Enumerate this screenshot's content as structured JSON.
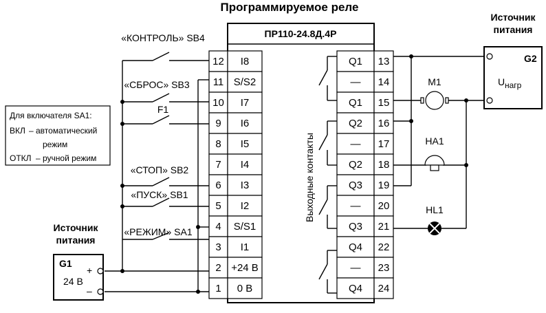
{
  "title": "Программируемое реле",
  "device_model": "ПР110-24.8Д.4Р",
  "inputs": [
    {
      "pin": "12",
      "name": "I8"
    },
    {
      "pin": "11",
      "name": "S/S2"
    },
    {
      "pin": "10",
      "name": "I7"
    },
    {
      "pin": "9",
      "name": "I6"
    },
    {
      "pin": "8",
      "name": "I5"
    },
    {
      "pin": "7",
      "name": "I4"
    },
    {
      "pin": "6",
      "name": "I3"
    },
    {
      "pin": "5",
      "name": "I2"
    },
    {
      "pin": "4",
      "name": "S/S1"
    },
    {
      "pin": "3",
      "name": "I1"
    },
    {
      "pin": "2",
      "name": "+24 В"
    },
    {
      "pin": "1",
      "name": "0 В"
    }
  ],
  "outputs": [
    {
      "name": "Q1",
      "pin": "13"
    },
    {
      "name": "—",
      "pin": "14"
    },
    {
      "name": "Q1",
      "pin": "15"
    },
    {
      "name": "Q2",
      "pin": "16"
    },
    {
      "name": "—",
      "pin": "17"
    },
    {
      "name": "Q2",
      "pin": "18"
    },
    {
      "name": "Q3",
      "pin": "19"
    },
    {
      "name": "—",
      "pin": "20"
    },
    {
      "name": "Q3",
      "pin": "21"
    },
    {
      "name": "Q4",
      "pin": "22"
    },
    {
      "name": "—",
      "pin": "23"
    },
    {
      "name": "Q4",
      "pin": "24"
    }
  ],
  "outputs_label": "Выходные контакты",
  "switches": {
    "sb4": "«КОНТРОЛЬ» SB4",
    "sb3": "«СБРОС» SB3",
    "f1": "F1",
    "sb2": "«СТОП» SB2",
    "sb1": "«ПУСК» SB1",
    "sa1": "«РЕЖИМ» SA1"
  },
  "note": {
    "line1": "Для включателя SA1:",
    "line2a": "ВКЛ",
    "line2b": "– автоматический",
    "line3": "режим",
    "line4a": "ОТКЛ",
    "line4b": "– ручной режим"
  },
  "source_g1": {
    "title_line1": "Источник",
    "title_line2": "питания",
    "name": "G1",
    "voltage": "24 В",
    "plus": "+",
    "minus": "–"
  },
  "source_g2": {
    "title_line1": "Источник",
    "title_line2": "питания",
    "name": "G2",
    "u_main": "U",
    "u_sub": "нагр"
  },
  "loads": {
    "m1": "M1",
    "ha1": "HA1",
    "hl1": "HL1"
  }
}
